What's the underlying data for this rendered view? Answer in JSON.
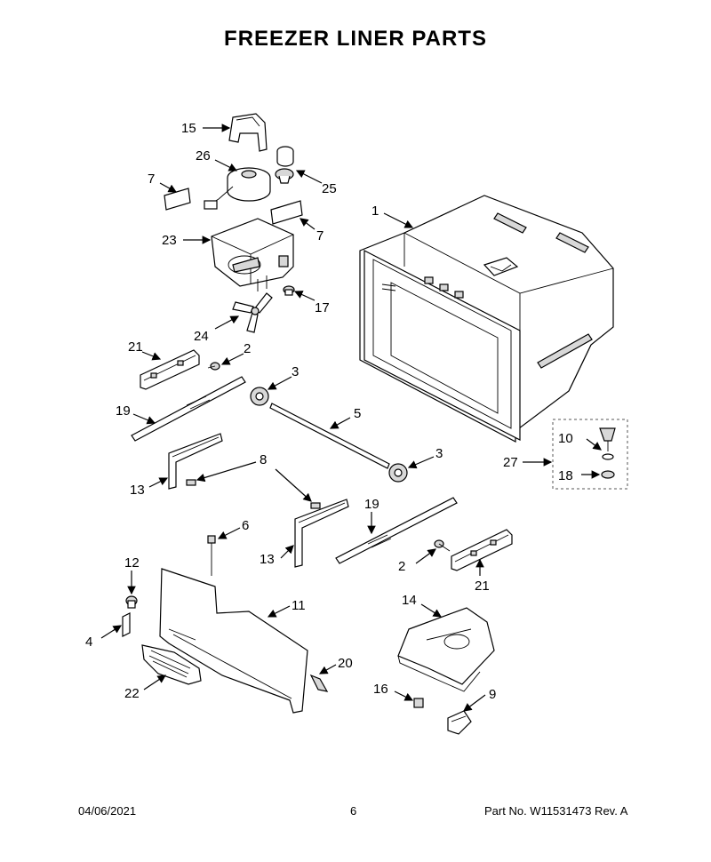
{
  "title": "FREEZER LINER PARTS",
  "footer": {
    "date": "04/06/2021",
    "page": "6",
    "part_number": "Part No.  W11531473  Rev.  A"
  },
  "callouts": [
    {
      "id": "c1",
      "label": "1"
    },
    {
      "id": "c2a",
      "label": "2"
    },
    {
      "id": "c2b",
      "label": "2"
    },
    {
      "id": "c3a",
      "label": "3"
    },
    {
      "id": "c3b",
      "label": "3"
    },
    {
      "id": "c4",
      "label": "4"
    },
    {
      "id": "c5",
      "label": "5"
    },
    {
      "id": "c6",
      "label": "6"
    },
    {
      "id": "c7a",
      "label": "7"
    },
    {
      "id": "c7b",
      "label": "7"
    },
    {
      "id": "c8",
      "label": "8"
    },
    {
      "id": "c9",
      "label": "9"
    },
    {
      "id": "c10",
      "label": "10"
    },
    {
      "id": "c11",
      "label": "11"
    },
    {
      "id": "c12",
      "label": "12"
    },
    {
      "id": "c13a",
      "label": "13"
    },
    {
      "id": "c13b",
      "label": "13"
    },
    {
      "id": "c14",
      "label": "14"
    },
    {
      "id": "c15",
      "label": "15"
    },
    {
      "id": "c16",
      "label": "16"
    },
    {
      "id": "c17",
      "label": "17"
    },
    {
      "id": "c18",
      "label": "18"
    },
    {
      "id": "c19a",
      "label": "19"
    },
    {
      "id": "c19b",
      "label": "19"
    },
    {
      "id": "c20",
      "label": "20"
    },
    {
      "id": "c21a",
      "label": "21"
    },
    {
      "id": "c21b",
      "label": "21"
    },
    {
      "id": "c22",
      "label": "22"
    },
    {
      "id": "c23",
      "label": "23"
    },
    {
      "id": "c24",
      "label": "24"
    },
    {
      "id": "c25",
      "label": "25"
    },
    {
      "id": "c26",
      "label": "26"
    },
    {
      "id": "c27",
      "label": "27"
    }
  ]
}
